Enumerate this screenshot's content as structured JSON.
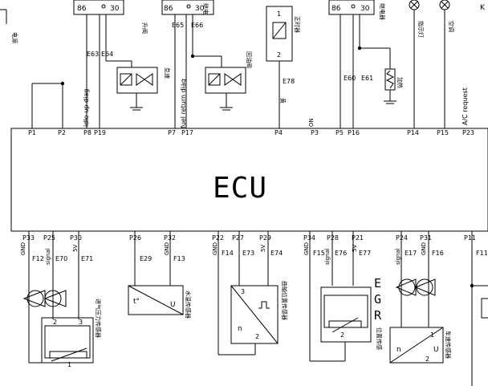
{
  "ecu": {
    "label": "ECU",
    "top_pins": [
      "P1",
      "P2",
      "P8",
      "P19",
      "P7",
      "P17",
      "P4",
      "P3",
      "P5",
      "P16",
      "P14",
      "P15",
      "P23"
    ],
    "bottom_pins": [
      "P33",
      "P25",
      "P30",
      "P26",
      "P32",
      "P22",
      "P27",
      "P29",
      "P34",
      "P28",
      "P21",
      "P24",
      "P31",
      "P11"
    ]
  },
  "top_signals": [
    "idle-up diag",
    "fuel return diag",
    "A/C request",
    "ON"
  ],
  "relay_labels": [
    "86",
    "30",
    "86",
    "30",
    "86",
    "30"
  ],
  "connector_labels": [
    "E63",
    "E64",
    "E65",
    "E66",
    "E78",
    "E60",
    "E61",
    "E29",
    "F13",
    "F12",
    "E70",
    "E71",
    "F14",
    "E73",
    "E74",
    "F15",
    "E76",
    "E77",
    "F16",
    "E17",
    "F11"
  ],
  "pin_annotations": [
    "GND",
    "signal",
    "5V",
    "GND",
    "GND",
    "5V",
    "GND",
    "signal",
    "5V",
    "signal",
    "GND"
  ],
  "component_marks": {
    "coil_numbers": [
      "1",
      "2"
    ],
    "sensor_numbers": [
      "2",
      "3",
      "1",
      "3",
      "2",
      "2",
      "1",
      "2"
    ],
    "temp_symbol": "t°",
    "voltage_symbol": "U",
    "speed_symbol": "n",
    "egr_letters": [
      "E",
      "G",
      "R"
    ]
  },
  "colors": {
    "line": "#000000",
    "background": "#ffffff"
  }
}
